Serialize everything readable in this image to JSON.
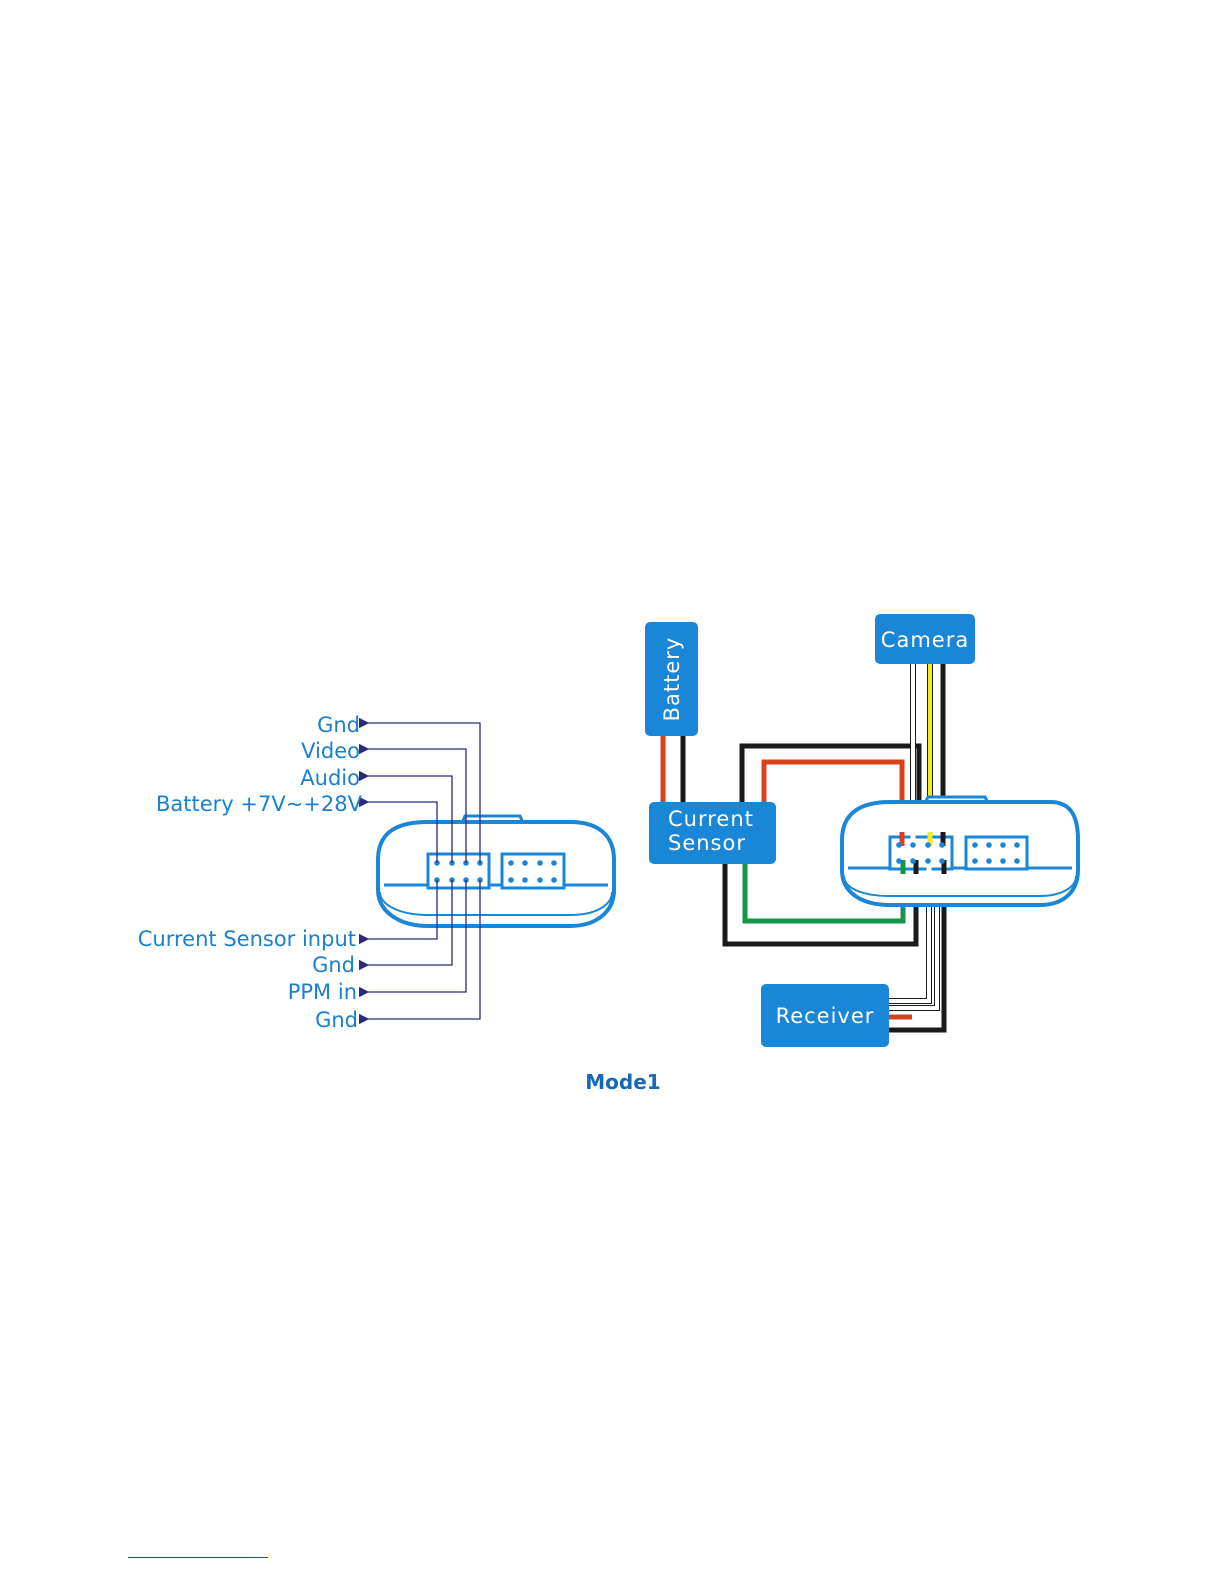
{
  "left_panel": {
    "top_labels": [
      "Gnd",
      "Video",
      "Audio",
      "Battery +7V~+28V"
    ],
    "bottom_labels": [
      "Current Sensor input",
      "Gnd",
      "PPM in",
      "Gnd"
    ]
  },
  "right_panel": {
    "battery_label": "Battery",
    "camera_label": "Camera",
    "current_sensor_line1": "Current",
    "current_sensor_line2": "Sensor",
    "receiver_label": "Receiver"
  },
  "caption": "Mode1",
  "colors": {
    "box_fill": "#1a86d8",
    "label_text": "#1a7fd0",
    "caption_text": "#1569b8",
    "leader_line": "#2b2a7a",
    "wire_red": "#d9401c",
    "wire_black": "#1a1a1a",
    "wire_yellow": "#f2ea1a",
    "wire_green": "#13964a",
    "wire_white": "#ffffff",
    "device_outline": "#1a86d8"
  }
}
